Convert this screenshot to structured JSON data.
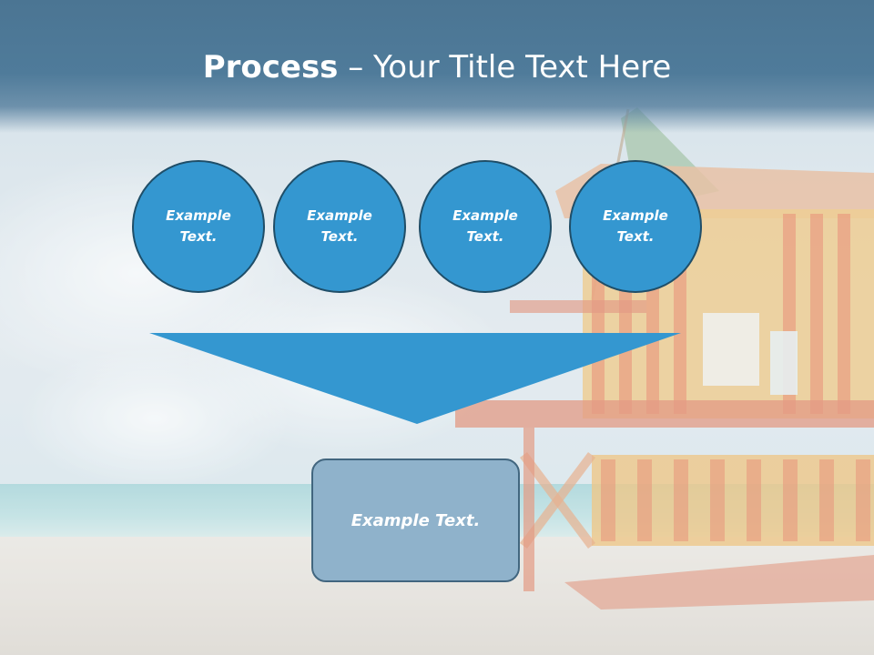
{
  "slide": {
    "title_bold": "Process",
    "title_rest": " – Your Title Text Here"
  },
  "steps": [
    {
      "label": "Example Text."
    },
    {
      "label": "Example Text."
    },
    {
      "label": "Example Text."
    },
    {
      "label": "Example Text."
    }
  ],
  "result": {
    "label": "Example Text."
  },
  "colors": {
    "header": "#4b7593",
    "circle_fill": "#3497d0",
    "circle_border": "#1f4e68",
    "funnel_fill": "#3497d0",
    "result_fill": "#8fb2cb",
    "result_border": "#42667f"
  }
}
